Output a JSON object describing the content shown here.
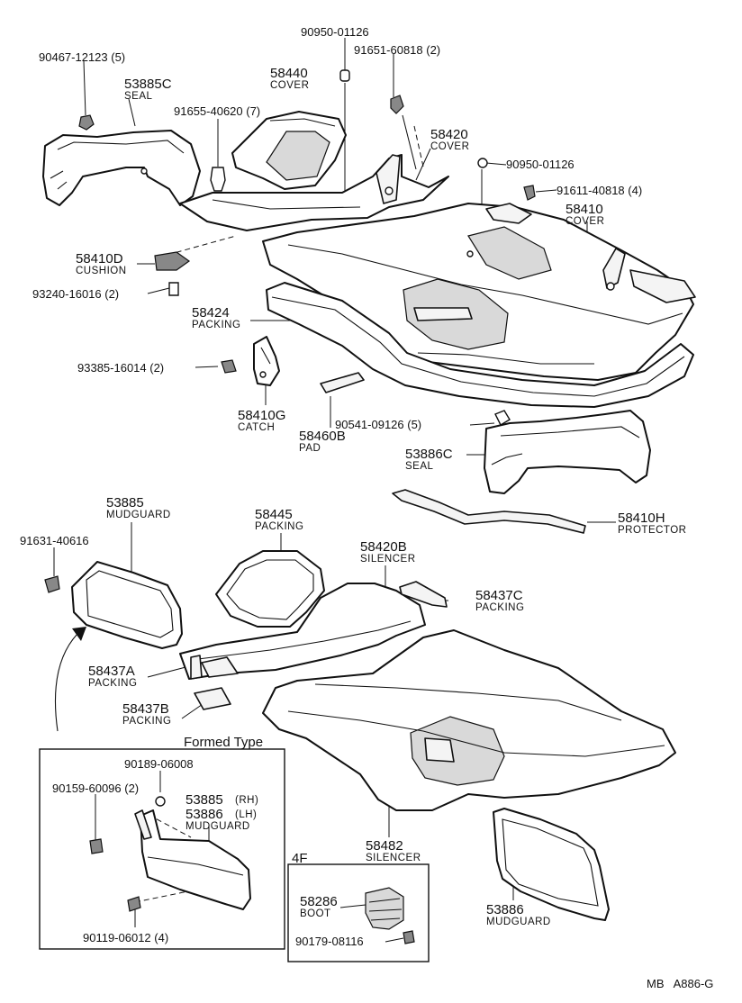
{
  "labels": {
    "l01": {
      "pn": "90467-12123 (5)"
    },
    "l02": {
      "pn": "53885C",
      "name": "SEAL"
    },
    "l03": {
      "pn": "90950-01126"
    },
    "l04": {
      "pn": "91651-60818 (2)"
    },
    "l05": {
      "pn": "58440",
      "name": "COVER"
    },
    "l06": {
      "pn": "91655-40620 (7)"
    },
    "l07": {
      "pn": "58420",
      "name": "COVER"
    },
    "l08": {
      "pn": "90950-01126"
    },
    "l09": {
      "pn": "91611-40818 (4)"
    },
    "l10": {
      "pn": "58410",
      "name": "COVER"
    },
    "l11": {
      "pn": "58410D",
      "name": "CUSHION"
    },
    "l12": {
      "pn": "93240-16016 (2)"
    },
    "l13": {
      "pn": "58424",
      "name": "PACKING"
    },
    "l14": {
      "pn": "93385-16014 (2)"
    },
    "l15": {
      "pn": "58410G",
      "name": "CATCH"
    },
    "l16": {
      "pn": "58460B",
      "name": "PAD"
    },
    "l17": {
      "pn": "90541-09126 (5)"
    },
    "l18": {
      "pn": "53886C",
      "name": "SEAL"
    },
    "l19": {
      "pn": "58410H",
      "name": "PROTECTOR"
    },
    "l20": {
      "pn": "53885",
      "name": "MUDGUARD"
    },
    "l21": {
      "pn": "58445",
      "name": "PACKING"
    },
    "l22": {
      "pn": "91631-40616"
    },
    "l23": {
      "pn": "58420B",
      "name": "SILENCER"
    },
    "l24": {
      "pn": "58437C",
      "name": "PACKING"
    },
    "l25": {
      "pn": "58437A",
      "name": "PACKING"
    },
    "l26": {
      "pn": "58437B",
      "name": "PACKING"
    },
    "l27": {
      "pn": "90189-06008"
    },
    "l28": {
      "pn": "90159-60096 (2)"
    },
    "l29": {
      "pn": "53885",
      "suffix": "(RH)"
    },
    "l30": {
      "pn": "53886",
      "suffix": "(LH)",
      "name": "MUDGUARD"
    },
    "l31": {
      "pn": "90119-06012 (4)"
    },
    "l32": {
      "pn": "58482",
      "name": "SILENCER"
    },
    "l33": {
      "pn": "58286",
      "name": "BOOT"
    },
    "l34": {
      "pn": "90179-08116"
    },
    "l35": {
      "pn": "53886",
      "name": "MUDGUARD"
    }
  },
  "boxes": {
    "formed": "Formed Type",
    "four_f": "4F"
  },
  "footer": "MB   A886-G"
}
